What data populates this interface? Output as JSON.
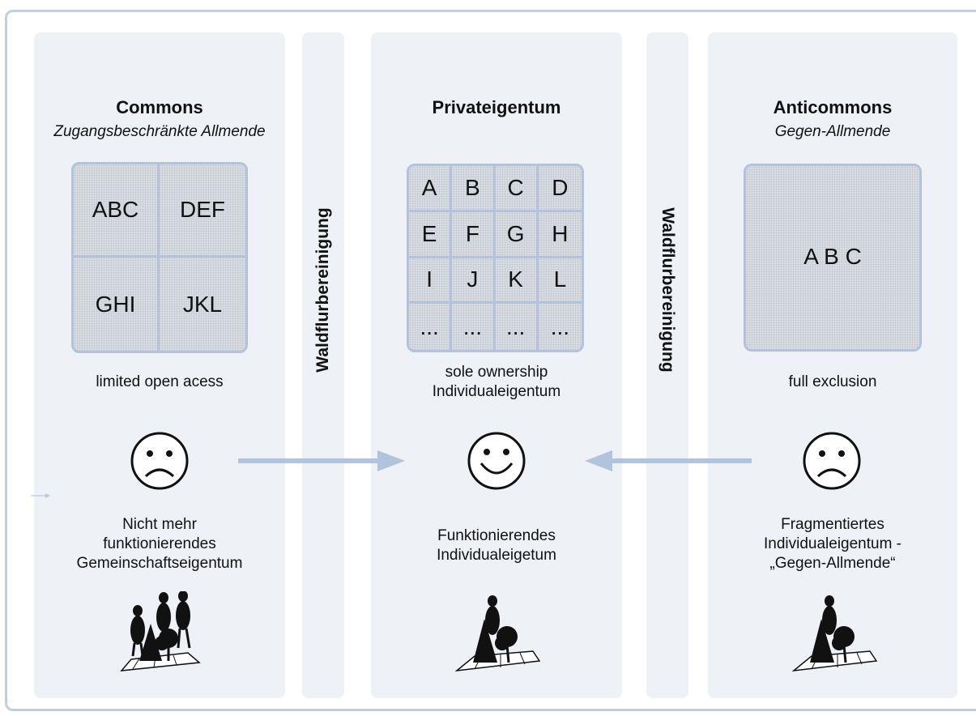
{
  "columns": [
    {
      "title": "Commons",
      "subtitle": "Zugangsbeschränkte Allmende",
      "grid_cells": [
        "ABC",
        "DEF",
        "GHI",
        "JKL"
      ],
      "access_label": "limited open acess",
      "mood": "sad",
      "caption": [
        "Nicht mehr",
        "funktionierendes",
        "Gemeinschaftseigentum"
      ],
      "icon": "group-people-trees-on-land-icon"
    },
    {
      "title": "Privateigentum",
      "subtitle": "",
      "grid_cells": [
        "A",
        "B",
        "C",
        "D",
        "E",
        "F",
        "G",
        "H",
        "I",
        "J",
        "K",
        "L",
        "...",
        "...",
        "...",
        "..."
      ],
      "access_label": [
        "sole ownership",
        "Individualeigentum"
      ],
      "mood": "happy",
      "caption": [
        "Funktionierendes",
        "Individualeigetum"
      ],
      "icon": "single-person-trees-on-land-icon"
    },
    {
      "title": "Anticommons",
      "subtitle": "Gegen-Allmende",
      "grid_cells": [
        "A B C"
      ],
      "access_label": "full exclusion",
      "mood": "sad",
      "caption": [
        "Fragmentiertes",
        "Individualeigentum -",
        "„Gegen-Allmende“"
      ],
      "icon": "single-person-trees-on-land-icon"
    }
  ],
  "separators": [
    "Waldflurbereinigung",
    "Waldflurbereinigung"
  ],
  "arrows": [
    {
      "from": "Commons",
      "to": "Privateigentum"
    },
    {
      "from": "Anticommons",
      "to": "Privateigentum"
    }
  ],
  "colors": {
    "panel": "#eef1f6",
    "frame": "#c3cedd",
    "grid_line": "#b3c3db",
    "arrow": "#b1c3dd",
    "grid_fill": "#d9dde3"
  }
}
